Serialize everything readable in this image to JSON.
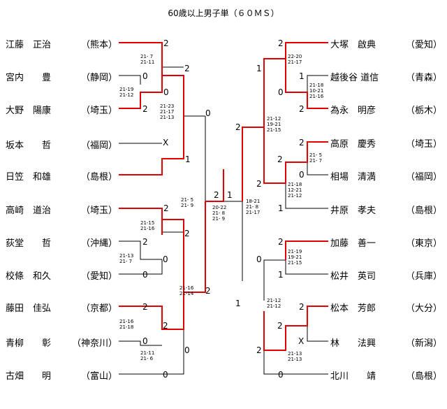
{
  "title": "60歳以上男子単（６０ＭＳ）",
  "left_players": [
    {
      "name": "江藤　正治",
      "pref": "（熊本）"
    },
    {
      "name": "宮内　　豊",
      "pref": "（静岡）"
    },
    {
      "name": "大野　陽康",
      "pref": "（埼玉）"
    },
    {
      "name": "坂本　　哲",
      "pref": "（福岡）"
    },
    {
      "name": "日笠　和雄",
      "pref": "（島根）"
    },
    {
      "name": "高崎　道治",
      "pref": "（埼玉）"
    },
    {
      "name": "荻堂　　哲",
      "pref": "（沖縄）"
    },
    {
      "name": "校條　和久",
      "pref": "（愛知）"
    },
    {
      "name": "藤田　佳弘",
      "pref": "（京都）"
    },
    {
      "name": "青柳　　彰",
      "pref": "（神奈川）"
    },
    {
      "name": "古畑　　明",
      "pref": "（富山）"
    }
  ],
  "right_players": [
    {
      "name": "大塚　啟典",
      "pref": "（愛知）"
    },
    {
      "name": "越後谷 道信",
      "pref": "（青森）"
    },
    {
      "name": "為永　明彦",
      "pref": "（栃木）"
    },
    {
      "name": "高原　慶秀",
      "pref": "（埼玉）"
    },
    {
      "name": "相場　清満",
      "pref": "（福岡）"
    },
    {
      "name": "井原　孝夫",
      "pref": "（島根）"
    },
    {
      "name": "加藤　善一",
      "pref": "（東京）"
    },
    {
      "name": "松井　英司",
      "pref": "（兵庫）"
    },
    {
      "name": "松本　芳郎",
      "pref": "（大分）"
    },
    {
      "name": "林　　法興",
      "pref": "（新潟）"
    },
    {
      "name": "北川　　靖",
      "pref": "（島根）"
    }
  ],
  "scores": {
    "l_m1_a": "2",
    "l_m1_det": "21- 7\n21-11",
    "l_m2_a": "0",
    "l_m2_b": "2",
    "l_m2_det": "21-19\n21-12",
    "l_m3_a": "0",
    "l_m3_b": "1",
    "l_m3_x": "X",
    "l_m4_a": "2",
    "l_m4_b": "0",
    "l_m4_det": "21-23\n21-17\n21-13",
    "l_m5_a": "2",
    "l_m5_b": "0",
    "l_m5_det": "21-15\n21-16",
    "l_m6_a": "2",
    "l_m6_b": "0",
    "l_m6_det": "21-13\n21- 7",
    "l_m7_a": "2",
    "l_m7_b": "0",
    "l_m7_det": "21-16\n21-18",
    "l_m8_a": "2",
    "l_m8_b": "0",
    "l_m8_det": "21-11\n21- 6",
    "l_m9_a": "2",
    "l_m9_b": "0",
    "l_m9_det": "21-16\n21-14",
    "l_m10_a": "0",
    "l_m10_b": "2",
    "l_m10_det": "21- 5\n21- 9",
    "final_l": "2",
    "final_r": "1",
    "final_det": "20-22\n21- 8\n21- 9",
    "r_m1_a": "2",
    "r_m1_det": "22-20\n21-17",
    "r_m2_a": "1",
    "r_m2_b": "2",
    "r_m2_det": "21-18\n10-21\n21-16",
    "r_m3_a": "1",
    "r_m3_b": "0",
    "r_m4_a": "2",
    "r_m4_b": "0",
    "r_m4_det": "21- 5\n21- 7",
    "r_m5_a": "2",
    "r_m5_b": "1",
    "r_m5_det": "21-18\n12-21\n21-12",
    "r_m6_a": "2",
    "r_m6_b": "2",
    "r_m6_det": "21-12\n19-21\n21-15",
    "r_m7_a": "2",
    "r_m7_b": "1",
    "r_m7_det": "21-19\n19-21\n21-15",
    "r_m8_a": "2",
    "r_m8_b": "X",
    "r_m9_a": "2",
    "r_m9_b": "0",
    "r_m9_det": "21-13\n21-13",
    "r_m10_a": "0",
    "r_m10_b": "2",
    "r_m10_det": "21-12\n21-12",
    "r_m11_a": "1",
    "r_m11_b": "2",
    "sf_r_det": "18-21\n21- 8\n21-17"
  },
  "colors": {
    "win": "#e00000",
    "line": "#000000"
  }
}
